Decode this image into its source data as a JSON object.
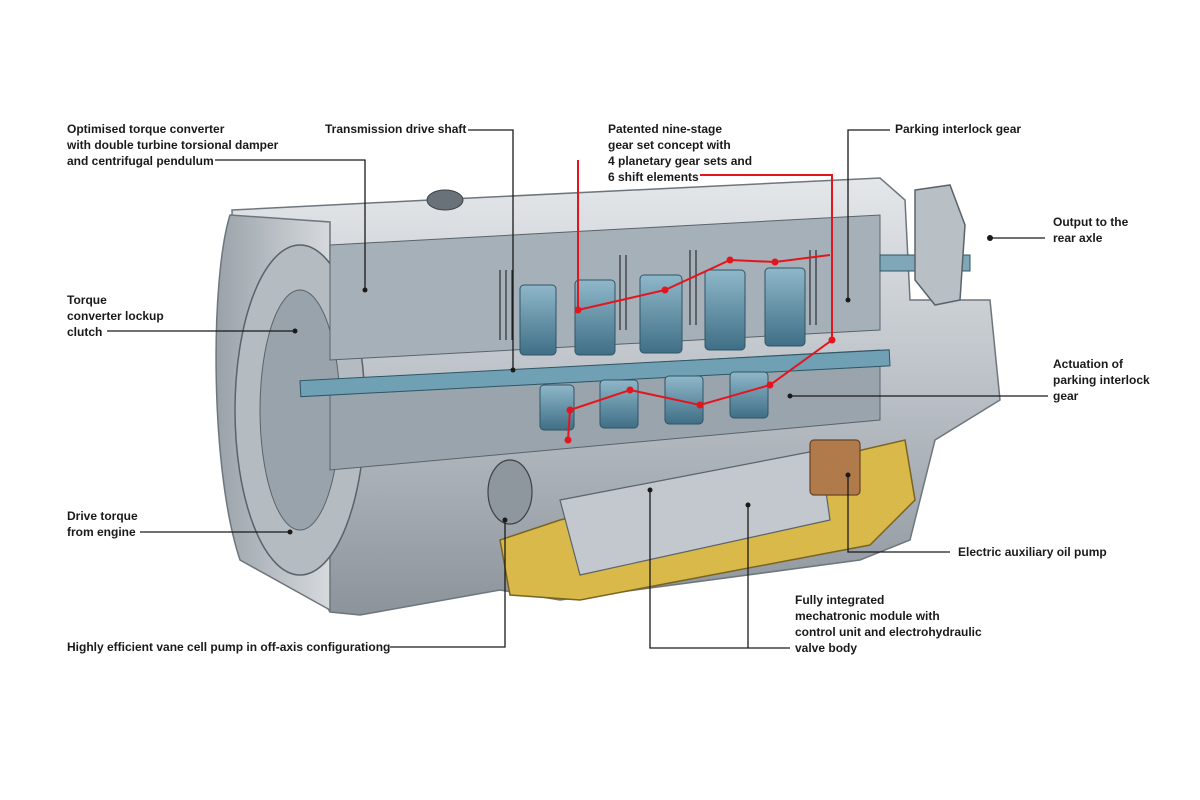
{
  "diagram": {
    "subject": "transmission-cutaway",
    "callouts": [
      {
        "id": "torque-converter",
        "lines": [
          "Optimised torque converter",
          "with double turbine torsional damper",
          "and centrifugal pendulum"
        ]
      },
      {
        "id": "drive-shaft",
        "lines": [
          "Transmission drive shaft"
        ]
      },
      {
        "id": "gear-set",
        "lines": [
          "Patented nine-stage",
          "gear set concept with",
          "4 planetary gear sets and",
          "6 shift elements"
        ]
      },
      {
        "id": "parking-gear",
        "lines": [
          "Parking interlock gear"
        ]
      },
      {
        "id": "output-axle",
        "lines": [
          "Output to the",
          "rear axle"
        ]
      },
      {
        "id": "lockup-clutch",
        "lines": [
          "Torque",
          "converter lockup",
          "clutch"
        ]
      },
      {
        "id": "parking-actuation",
        "lines": [
          "Actuation of",
          "parking interlock",
          "gear"
        ]
      },
      {
        "id": "drive-torque",
        "lines": [
          "Drive torque",
          "from engine"
        ]
      },
      {
        "id": "oil-pump",
        "lines": [
          "Electric auxiliary oil pump"
        ]
      },
      {
        "id": "mechatronic",
        "lines": [
          "Fully integrated",
          "mechatronic module with",
          "control unit and electrohydraulic",
          "valve body"
        ]
      },
      {
        "id": "vane-pump",
        "lines": [
          "Highly efficient vane cell pump in off-axis configurationg"
        ]
      }
    ],
    "colors": {
      "leader": "#1a1a1a",
      "highlight": "#e3151d",
      "housing": "#c9cdd1",
      "housing_dark": "#7d868e",
      "gear": "#5f8fa6",
      "oil_pan": "#d9b94a",
      "copper": "#b07a4a"
    }
  }
}
